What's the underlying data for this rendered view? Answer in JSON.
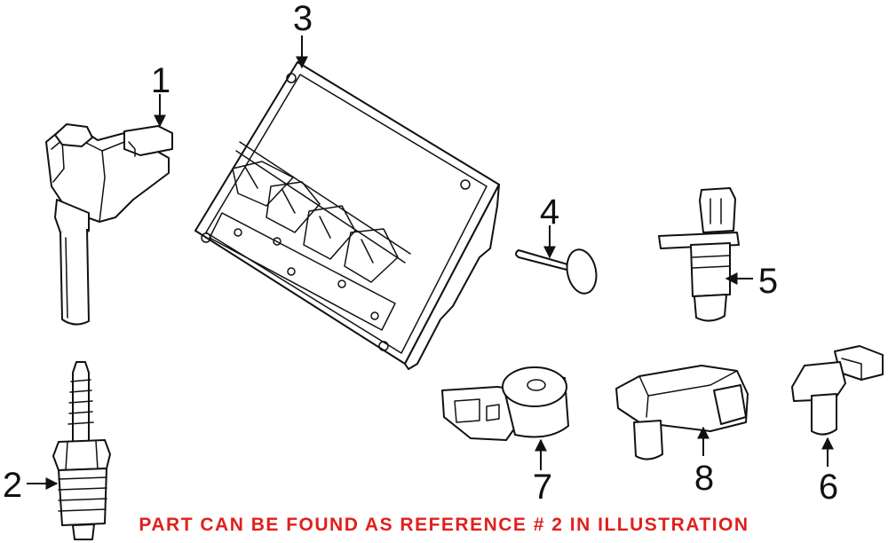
{
  "callouts": {
    "c1": "1",
    "c2": "2",
    "c3": "3",
    "c4": "4",
    "c5": "5",
    "c6": "6",
    "c7": "7",
    "c8": "8"
  },
  "note": "PART CAN BE FOUND AS REFERENCE # 2 IN ILLUSTRATION",
  "colors": {
    "note": "#e0201d",
    "lines": "#111111",
    "background": "#ffffff"
  }
}
